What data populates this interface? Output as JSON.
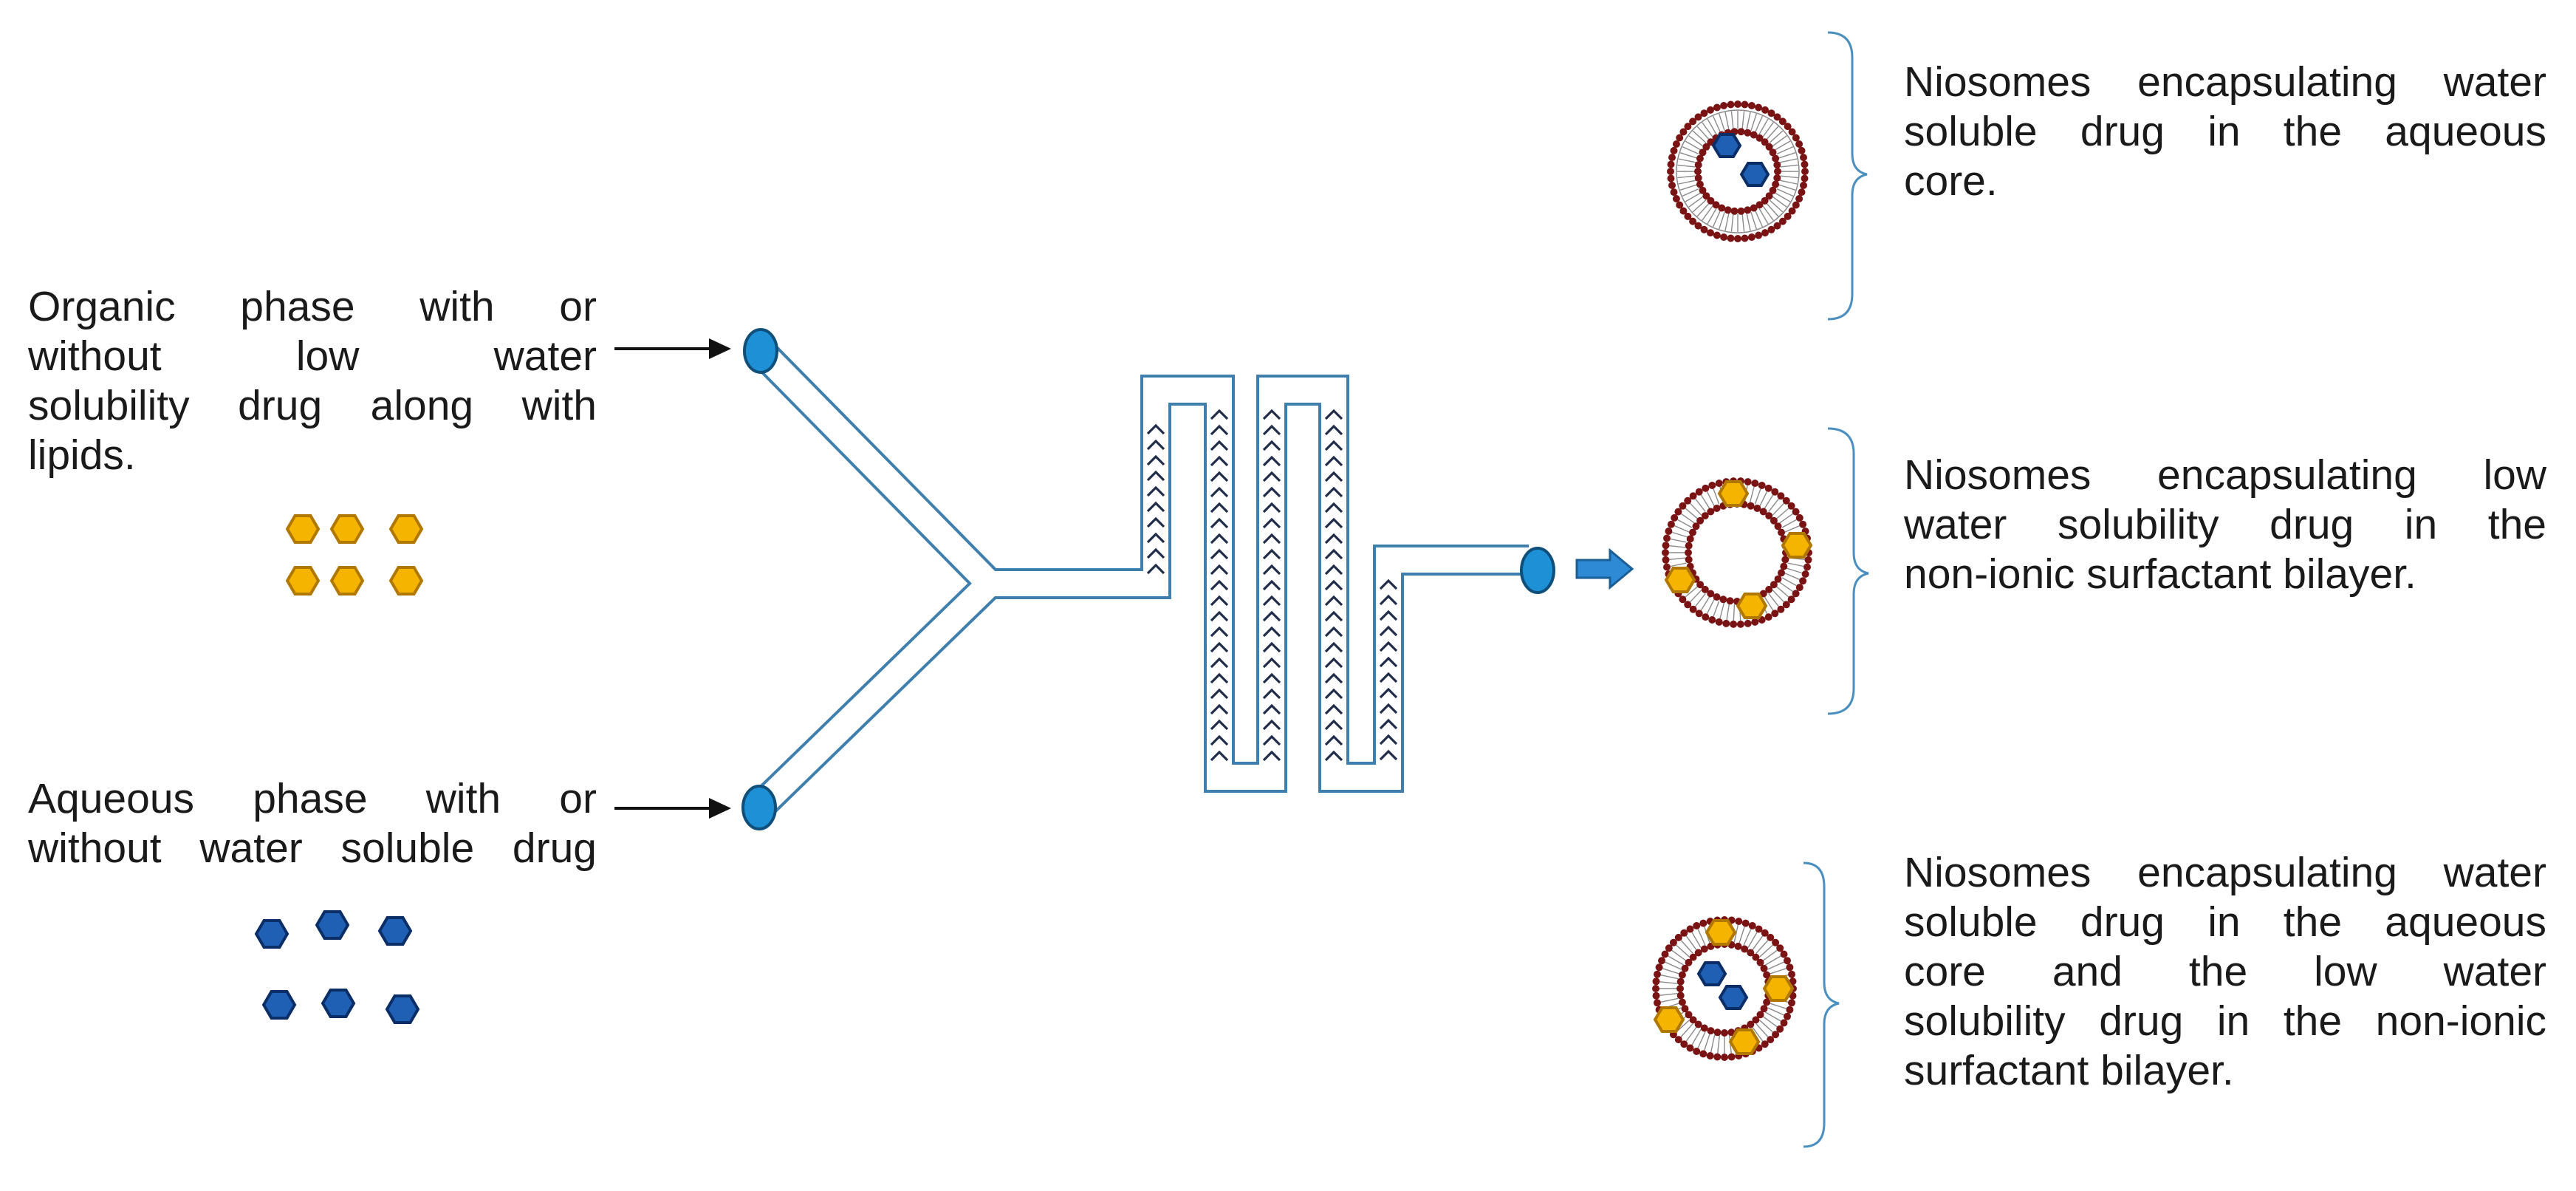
{
  "inputs": {
    "organic": {
      "lines": [
        "Organic phase with or",
        "without low water",
        "solubility drug along with",
        "lipids."
      ]
    },
    "aqueous": {
      "lines": [
        "Aqueous phase with or",
        "without water soluble drug"
      ]
    }
  },
  "outputs": [
    {
      "lines": [
        "Niosomes encapsulating water",
        "soluble drug in the aqueous",
        "core."
      ]
    },
    {
      "lines": [
        "Niosomes encapsulating low",
        "water solubility drug in the",
        "non-ionic surfactant bilayer."
      ]
    },
    {
      "lines": [
        "Niosomes encapsulating water",
        "soluble drug in the aqueous",
        "core and the low water",
        "solubility drug in the non-ionic",
        "surfactant bilayer."
      ]
    }
  ],
  "colors": {
    "channel": "#3f7fae",
    "channel_fill": "#ffffff",
    "inlet_fill": "#1e90d6",
    "inlet_stroke": "#0f4f7a",
    "mixer_marks": "#1f2d4a",
    "hydrophobic_drug": "#f5b400",
    "hydrophobic_drug_stroke": "#b07800",
    "hydrophilic_drug": "#1f5fb4",
    "hydrophilic_drug_stroke": "#0b2e66",
    "lipid_head": "#7a1414",
    "lipid_tail": "#8a8a8a",
    "bracket": "#4a8fbf",
    "arrow": "#111111",
    "outlet_arrow": "#2f8ad6"
  }
}
